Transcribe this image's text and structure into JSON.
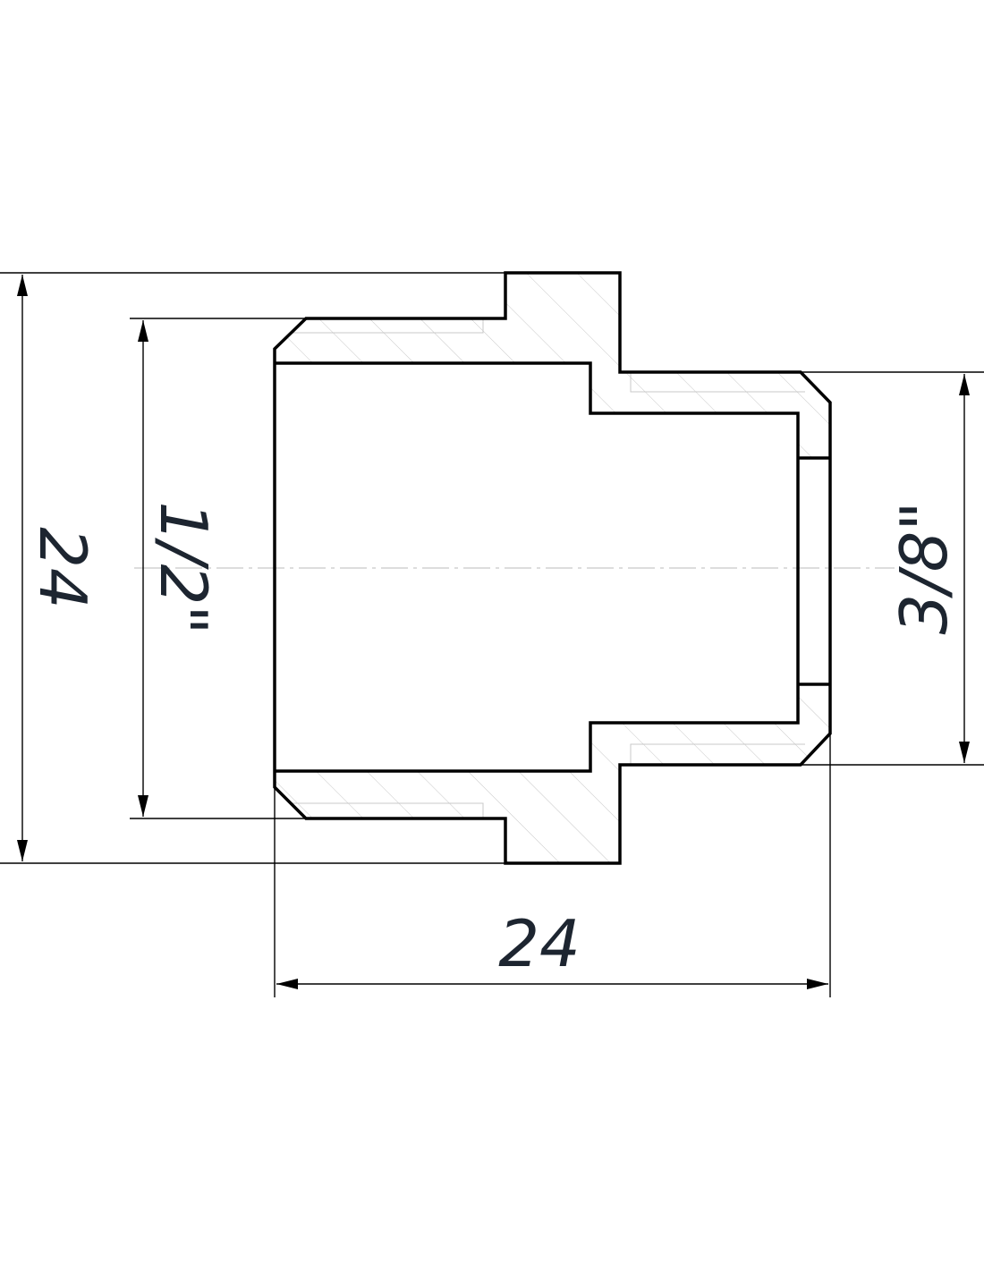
{
  "drawing": {
    "dimensions": {
      "outer_diameter": "24",
      "large_thread": "1/2\"",
      "small_thread": "3/8\"",
      "length": "24"
    },
    "colors": {
      "line": "#000000",
      "text": "#1d2530",
      "hatch": "#c8c8c8"
    }
  }
}
